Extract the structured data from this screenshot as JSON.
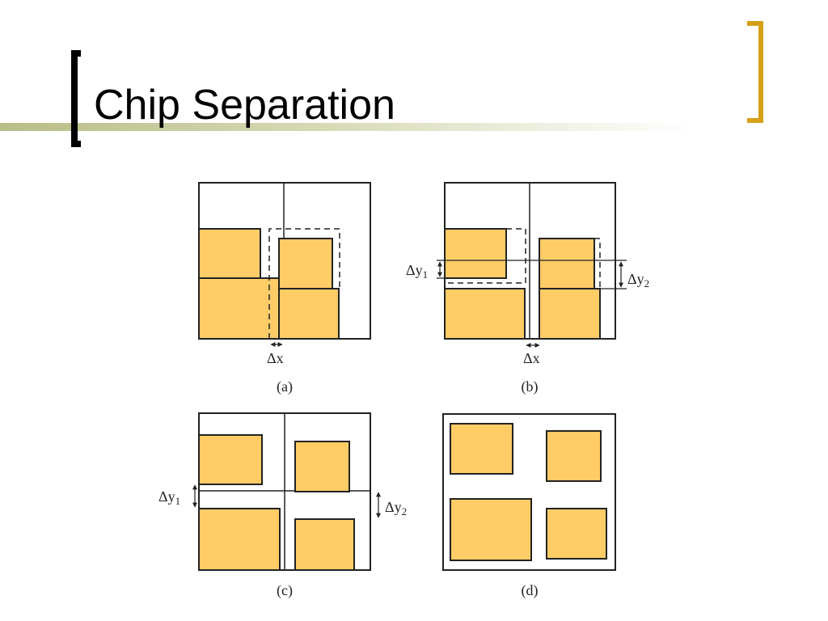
{
  "slide": {
    "title": "Chip Separation"
  },
  "colors": {
    "chip_fill": "#ffcc66",
    "outline": "#222222",
    "band": "#b9bd86",
    "right_bracket": "#d4a017"
  },
  "panels": [
    {
      "label": "(a)",
      "annotations": [
        "Δx"
      ]
    },
    {
      "label": "(b)",
      "annotations": [
        "Δy1",
        "Δy2",
        "Δx"
      ]
    },
    {
      "label": "(c)",
      "annotations": [
        "Δy1",
        "Δy2"
      ]
    },
    {
      "label": "(d)",
      "annotations": []
    }
  ]
}
